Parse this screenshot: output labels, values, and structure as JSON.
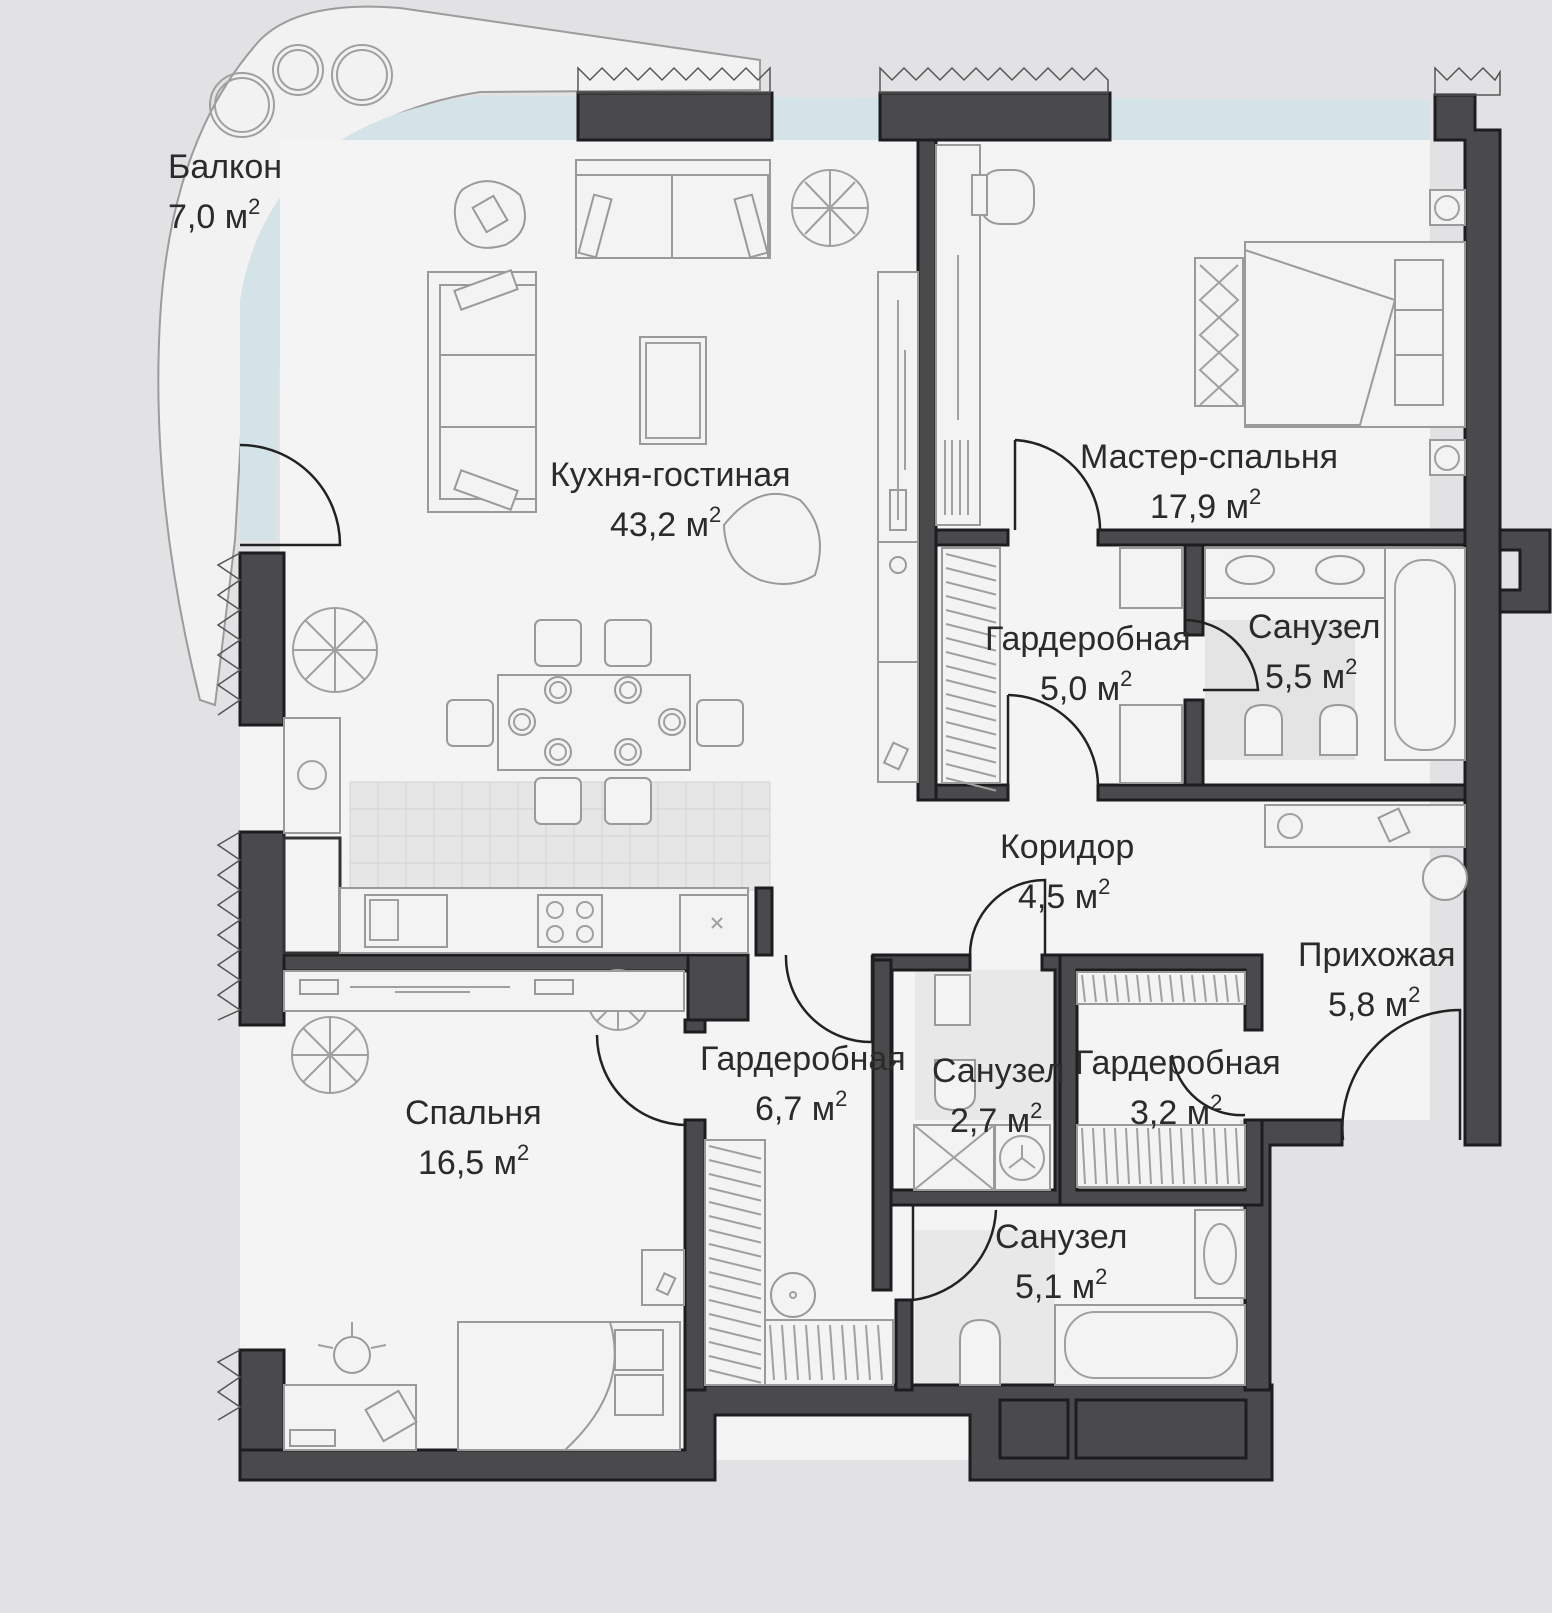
{
  "rooms": {
    "balcony": {
      "name": "Балкон",
      "area": "7,0 м",
      "unit_sup": "2"
    },
    "living": {
      "name": "Кухня-гостиная",
      "area": "43,2 м",
      "unit_sup": "2"
    },
    "master": {
      "name": "Мастер-спальня",
      "area": "17,9 м",
      "unit_sup": "2"
    },
    "wardrobe1": {
      "name": "Гардеробная",
      "area": "5,0 м",
      "unit_sup": "2"
    },
    "bath1": {
      "name": "Санузел",
      "area": "5,5 м",
      "unit_sup": "2"
    },
    "corridor": {
      "name": "Коридор",
      "area": "4,5 м",
      "unit_sup": "2"
    },
    "hall": {
      "name": "Прихожая",
      "area": "5,8 м",
      "unit_sup": "2"
    },
    "bedroom": {
      "name": "Спальня",
      "area": "16,5 м",
      "unit_sup": "2"
    },
    "wardrobe2": {
      "name": "Гардеробная",
      "area": "6,7 м",
      "unit_sup": "2"
    },
    "bath2": {
      "name": "Санузел",
      "area": "2,7 м",
      "unit_sup": "2"
    },
    "wardrobe3": {
      "name": "Гардеробная",
      "area": "3,2 м",
      "unit_sup": "2"
    },
    "bath3": {
      "name": "Санузел",
      "area": "5,1 м",
      "unit_sup": "2"
    }
  },
  "colors": {
    "background": "#e2e2e4",
    "floor": "#f4f4f4",
    "glazing": "#d3e3e8",
    "wall": "#4a4a4c",
    "outline": "#1d1d1f",
    "furniture_stroke": "#9a9a9a",
    "text": "#2b2b2b"
  },
  "icons": [
    "door-swing-icon",
    "sofa-icon",
    "plant-icon",
    "bed-icon",
    "bathtub-icon",
    "toilet-icon",
    "sink-icon",
    "stove-icon",
    "washing-machine-icon"
  ]
}
